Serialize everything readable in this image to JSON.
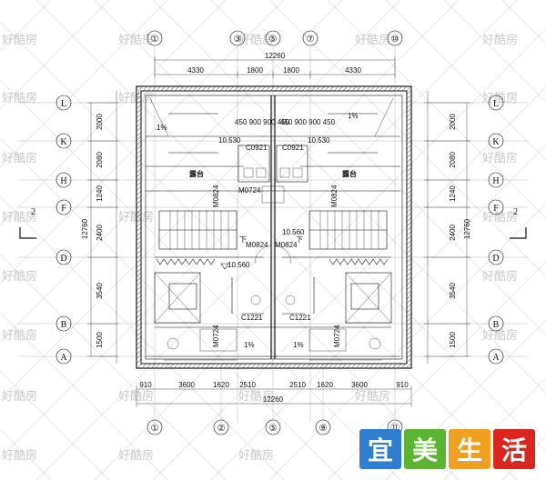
{
  "watermark": "好酷房",
  "axes_top": [
    "①",
    "③",
    "⑤",
    "⑦",
    "⑩"
  ],
  "axes_bottom": [
    "①",
    "②",
    "⑤",
    "⑨",
    "⑪"
  ],
  "axes_left": [
    "L",
    "K",
    "H",
    "F",
    "D",
    "B",
    "A"
  ],
  "axes_right": [
    "L",
    "K",
    "H",
    "F",
    "D",
    "B",
    "A"
  ],
  "top_total": "12260",
  "top_dims": [
    "4330",
    "1800",
    "1800",
    "4330"
  ],
  "bottom_dims": [
    "910",
    "3600",
    "1620",
    "2510",
    "2510",
    "1620",
    "3600",
    "910"
  ],
  "bottom_total": "12260",
  "left_dims": [
    "2000",
    "2080",
    "1240",
    "2400",
    "3540",
    "1500"
  ],
  "right_dims": [
    "2000",
    "2080",
    "1240",
    "2400",
    "3540",
    "1500"
  ],
  "left_total": "12760",
  "right_total": "12760",
  "section_mark": "2",
  "labels": {
    "terrace": "露台",
    "slope": "1%",
    "elev_1": "10.530",
    "elev_2": "10.530",
    "elev_3": "10.560",
    "elev_4": "10.560",
    "win_c0921": "C0921",
    "win_c1221": "C1221",
    "door_m0724": "M0724",
    "door_m0824": "M0824",
    "top_small_dims": "450 900 900 450",
    "down": "下"
  },
  "logo_chars": [
    "宜",
    "美",
    "生",
    "活"
  ],
  "logo_colors": [
    "#2e7fd1",
    "#5bb532",
    "#f0a020",
    "#d9261f"
  ]
}
